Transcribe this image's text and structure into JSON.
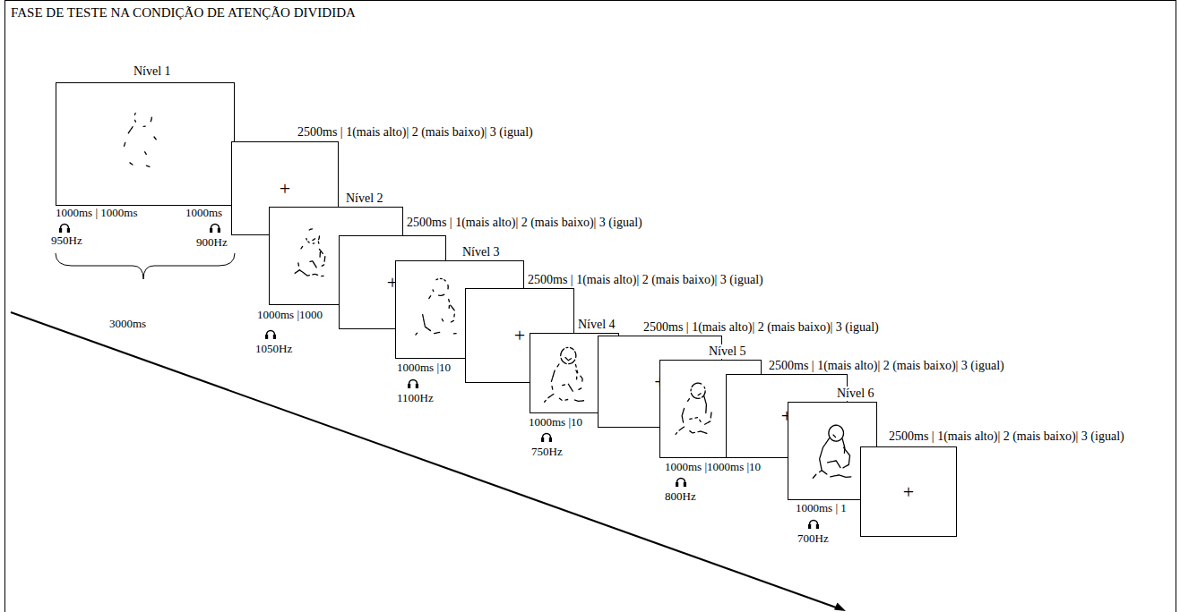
{
  "diagram": {
    "title": "FASE DE TESTE NA CONDIÇÃO DE ATENÇÃO DIVIDIDA",
    "nodes": [
      {
        "text": [
          "Nível 1"
        ]
      },
      {
        "text": [
          "2500ms | 1(mais alto)| 2 (mais baixo)| 3 (igual)",
          "+"
        ]
      },
      {
        "text": [
          "Nível 2"
        ]
      },
      {
        "text": [
          "2500ms | 1(mais alto)| 2 (mais baixo)| 3 (igual)",
          "+"
        ]
      },
      {
        "text": [
          "Nível 3"
        ]
      },
      {
        "text": [
          "2500ms | 1(mais alto)| 2 (mais baixo)| 3 (igual)",
          "+"
        ]
      },
      {
        "text": [
          "Nível 4"
        ]
      },
      {
        "text": [
          "2500ms | 1(mais alto)| 2 (mais baixo)| 3 (igual)",
          "+"
        ]
      },
      {
        "text": [
          "Nível 5"
        ]
      },
      {
        "text": [
          "2500ms | 1(mais alto)| 2 (mais baixo)| 3 (igual)",
          "+"
        ]
      },
      {
        "text": [
          "Nível 6"
        ]
      },
      {
        "text": [
          "2500ms | 1(mais alto)| 2 (mais baixo)| 3 (igual)",
          "+"
        ]
      }
    ],
    "labels": [
      "1000ms | 1000ms",
      "1000ms",
      "950Hz",
      "900Hz",
      "3000ms",
      "1000ms |1000",
      "1050Hz",
      "1000ms |10",
      "1100Hz",
      "1000ms |10",
      "750Hz",
      "1000ms |1000ms |10",
      "800Hz",
      "1000ms | 1",
      "700Hz"
    ]
  }
}
